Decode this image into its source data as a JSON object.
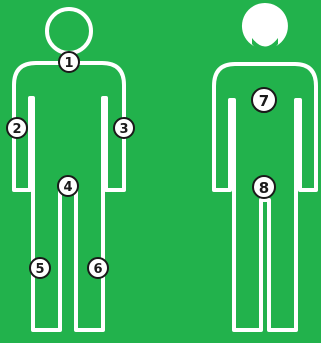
{
  "colors": {
    "background": "#22b24c",
    "outline": "#ffffff",
    "marker_fill": "#ffffff",
    "marker_text": "#1a1a1a"
  },
  "figure_left": {
    "labels": {
      "head_neck": "1",
      "right_arm": "2",
      "left_arm": "3",
      "inner_legs": "4",
      "outer_right_leg": "5",
      "outer_left_leg": "6"
    }
  },
  "figure_right": {
    "labels": {
      "torso": "7",
      "legs": "8"
    }
  }
}
